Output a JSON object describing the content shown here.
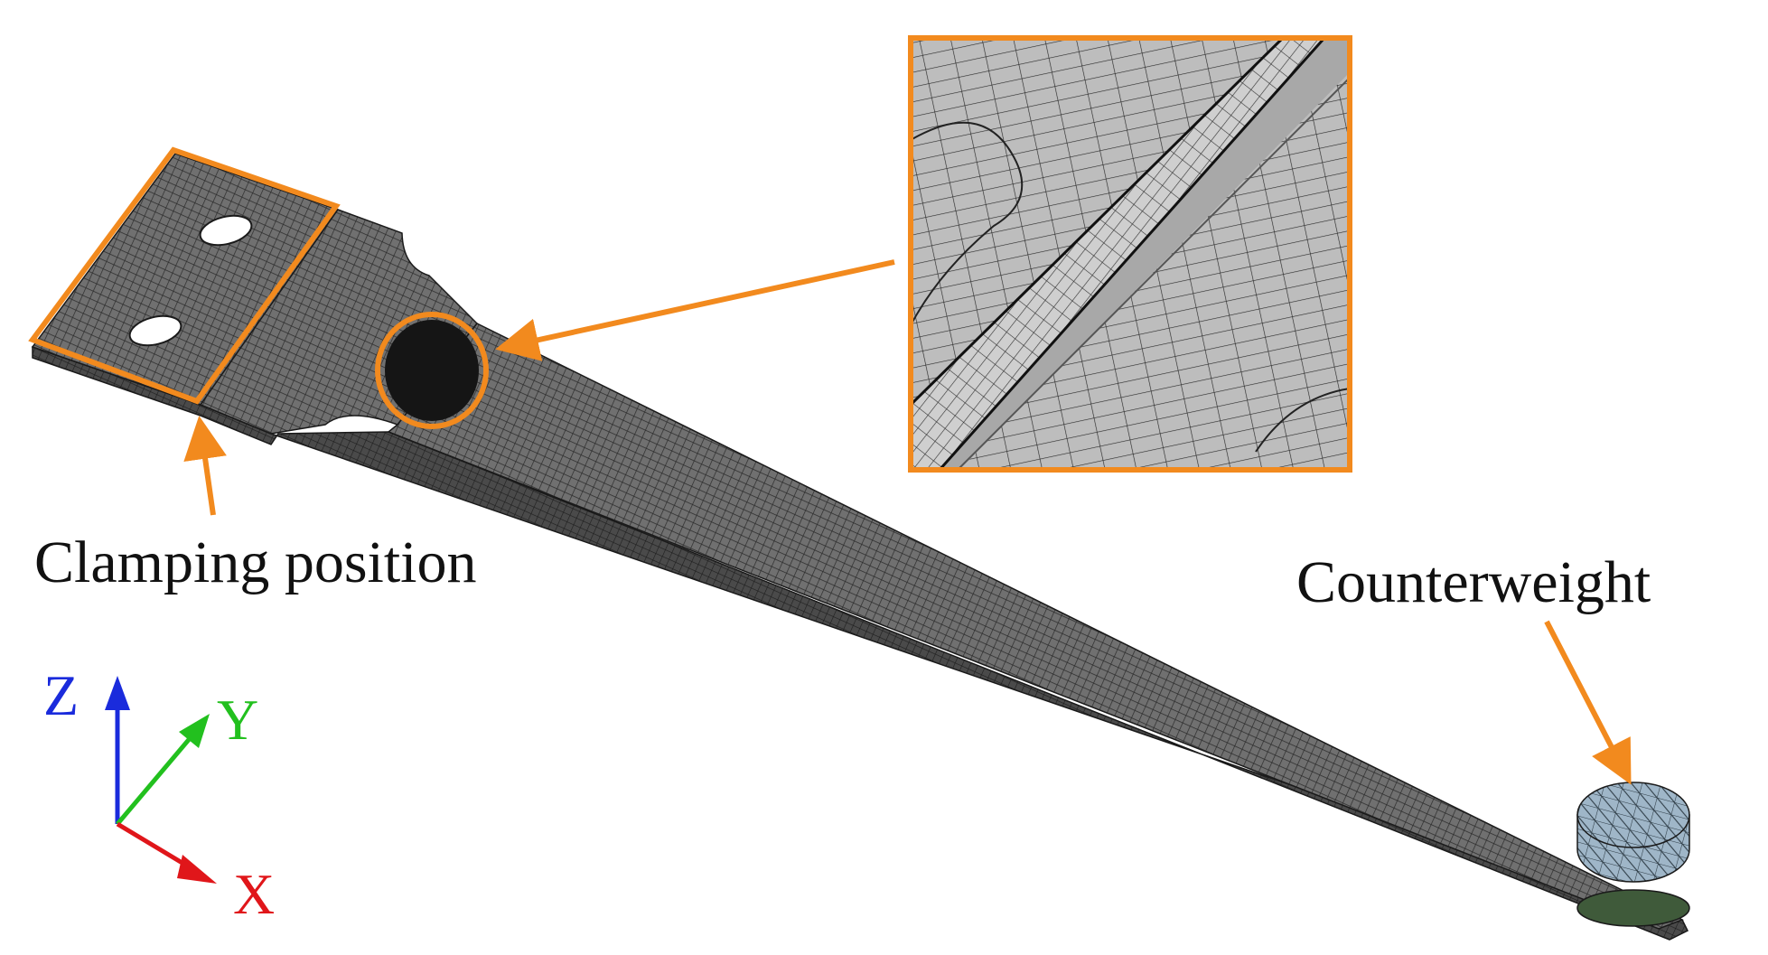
{
  "labels": {
    "clamping": "Clamping position",
    "counterweight": "Counterweight"
  },
  "axes": {
    "z": "Z",
    "y": "Y",
    "x": "X"
  },
  "colors": {
    "annotation": "#F28A1E",
    "mesh_dark": "#3a3a3a",
    "mesh_face": "#6b6b6b",
    "inset_face": "#bdbdbd",
    "counterweight": "#9fb6c8",
    "axis_z": "#1a2bdc",
    "axis_y": "#22c01e",
    "axis_x": "#e0161a"
  }
}
